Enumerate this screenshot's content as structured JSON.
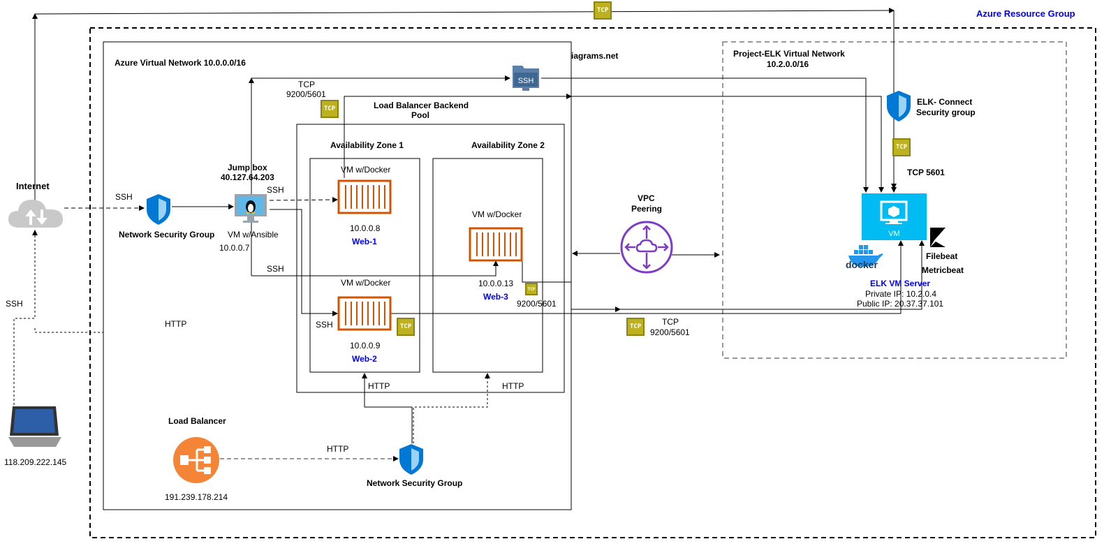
{
  "resource_group": "Azure Resource Group",
  "vnet_title": "Azure Virtual Network 10.0.0.0/16",
  "watermark": "iagrams.net",
  "elk_vnet_title": "Project-ELK Virtual Network",
  "elk_vnet_cidr": "10.2.0.0/16",
  "internet_label": "Internet",
  "laptop_ip": "118.209.222.145",
  "lb_backend_title": "Load Balancer Backend",
  "lb_backend_title2": "Pool",
  "az1_title": "Availability Zone 1",
  "az2_title": "Availability Zone 2",
  "jumpbox_title": "Jump box",
  "jumpbox_ip": "40.127.64.203",
  "jumpbox_vm": "VM w/Ansible",
  "jumpbox_private": "10.0.0.7",
  "nsg_label": "Network Security Group",
  "nsg2_label": "Network Security Group",
  "lb_label": "Load Balancer",
  "lb_ip": "191.239.178.214",
  "web1": {
    "vm": "VM w/Docker",
    "ip": "10.0.0.8",
    "name": "Web-1"
  },
  "web2": {
    "vm": "VM w/Docker",
    "ip": "10.0.0.9",
    "name": "Web-2"
  },
  "web3": {
    "vm": "VM w/Docker",
    "ip": "10.0.0.13",
    "name": "Web-3"
  },
  "vpc_label": "VPC",
  "vpc_label2": "Peering",
  "elk_sg": "ELK- Connect",
  "elk_sg2": "Security group",
  "tcp5601": "TCP 5601",
  "vm_text": "VM",
  "docker_text": "docker",
  "filebeat": "Filebeat",
  "metricbeat": "Metricbeat",
  "elk_server": "ELK VM Server",
  "elk_private": "Private IP: 10.2.0.4",
  "elk_public": "Public IP: 20.37.37.101",
  "edge_labels": {
    "ssh_internet": "SSH",
    "ssh_jump": "SSH",
    "ssh_web3": "SSH",
    "ssh_web2": "SSH",
    "ssh_laptop": "SSH",
    "http_laptop": "HTTP",
    "http_lb": "HTTP",
    "http_web2": "HTTP",
    "http_web3": "HTTP",
    "tcp_top": "TCP",
    "tcp_top_ports": "9200/5601",
    "tcp_web3_ports": "9200/5601",
    "tcp_bottom": "TCP",
    "tcp_bottom_ports": "9200/5601"
  },
  "tcp_icon_text": "TCP",
  "ssh_icon_text": "SSH",
  "colors": {
    "azure_blue": "#0078d4",
    "docker_orange": "#d35400",
    "lb_orange": "#f58536",
    "tcp_gold": "#bdb120",
    "vpc_purple": "#7d3cc8",
    "elk_vm": "#00bcf2"
  }
}
